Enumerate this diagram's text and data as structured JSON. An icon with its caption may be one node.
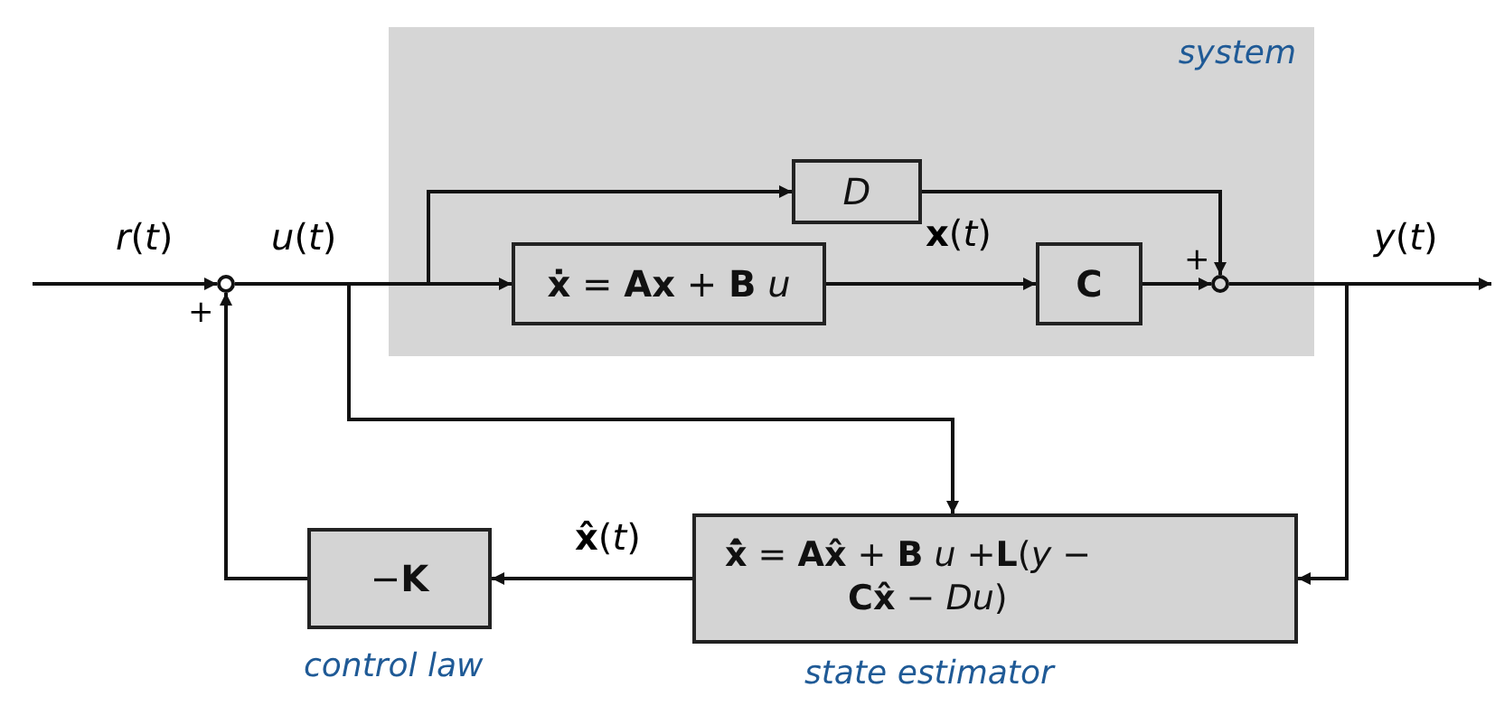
{
  "diagram": {
    "nodes": [
      {
        "text": [],
        "shape": "circle",
        "beside": [
          "+"
        ]
      },
      {
        "text": [
          "system"
        ]
      },
      {
        "text": [
          "*D*"
        ],
        "in": 1
      },
      {
        "text": [
          "**ẋ** = **Ax** + **B** *u*"
        ],
        "in": 1
      },
      {
        "text": [
          "**C**"
        ],
        "in": 1
      },
      {
        "text": [],
        "shape": "circle",
        "in": 1,
        "beside": [
          "+"
        ]
      },
      {
        "text": [
          "**x̂̇** = **Ax̂** + **B** *u* +**L**(*y* − **Cx̂** − *Du*)"
        ],
        "beside": [
          "state estimator"
        ]
      },
      {
        "text": [
          "−**K**"
        ],
        "beside": [
          "control law"
        ]
      }
    ],
    "edges": [
      {
        "from": null,
        "to": 0,
        "arrow": "to",
        "label": "*r*(*t*)"
      },
      {
        "from": 0,
        "to": 3,
        "arrow": "to",
        "label": "*u*(*t*)"
      },
      {
        "from": 0,
        "to": 2,
        "arrow": "to"
      },
      {
        "from": 0,
        "to": 6,
        "arrow": "to"
      },
      {
        "from": 2,
        "to": 5,
        "arrow": "to"
      },
      {
        "from": 3,
        "to": 4,
        "arrow": "to",
        "label": "**x**(*t*)"
      },
      {
        "from": 4,
        "to": 5,
        "arrow": "to"
      },
      {
        "from": 5,
        "to": null,
        "arrow": "to",
        "label": "*y*(*t*)"
      },
      {
        "from": 5,
        "to": 6,
        "arrow": "to"
      },
      {
        "from": 6,
        "to": 7,
        "arrow": "to",
        "label": "**x̂**(*t*)"
      },
      {
        "from": 7,
        "to": 0,
        "arrow": "to"
      }
    ]
  }
}
